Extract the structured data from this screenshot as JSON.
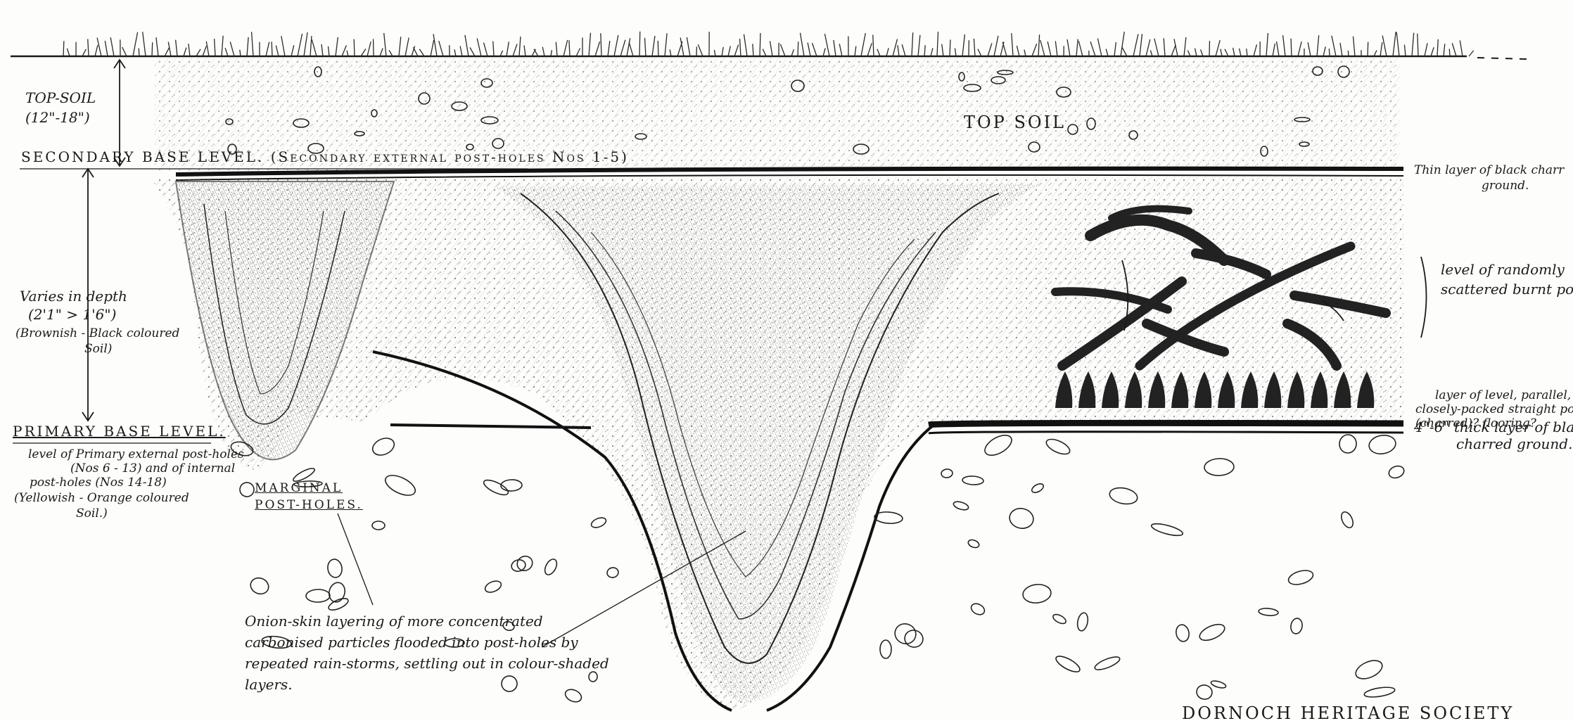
{
  "labels": {
    "top_soil_side": "TOP-SOIL",
    "top_soil_depth": "(12\"-18\")",
    "top_soil_center": "TOP  SOIL",
    "secondary_base": "SECONDARY BASE LEVEL. (Secondary external post-holes Nos 1-5)",
    "varies_line1": "Varies in depth",
    "varies_line2": "(2'1\" > 1'6\")",
    "varies_line3": "(Brownish - Black coloured",
    "varies_line4": "Soil)",
    "primary_base": "PRIMARY BASE LEVEL.",
    "primary_desc1": "level of Primary external post-holes",
    "primary_desc2": "(Nos 6 - 13) and of internal",
    "primary_desc3": "post-holes (Nos 14-18)",
    "primary_desc4": "(Yellowish - Orange coloured",
    "primary_desc5": "Soil.)",
    "marginal1": "MARGINAL",
    "marginal2": "POST-HOLES.",
    "onion1": "Onion-skin layering of more concentrated",
    "onion2": "carbonised particles flooded into post-holes by",
    "onion3": "repeated rain-storms, settling out in colour-shaded",
    "onion4": "layers.",
    "thin1": "Thin layer of black charr",
    "thin2": "ground.",
    "random1": "level of randomly",
    "random2": "scattered burnt po",
    "parallel1": "layer of level, parallel,",
    "parallel2": "closely-packed straight po",
    "parallel3": "(charred)? flooring?",
    "thick1": "4\"-6\" thick layer of bla",
    "thick2": "charred ground.",
    "credit": "DORNOCH HERITAGE SOCIETY"
  },
  "colors": {
    "ink": "#1a1a1a",
    "paper": "#fdfdfb"
  }
}
